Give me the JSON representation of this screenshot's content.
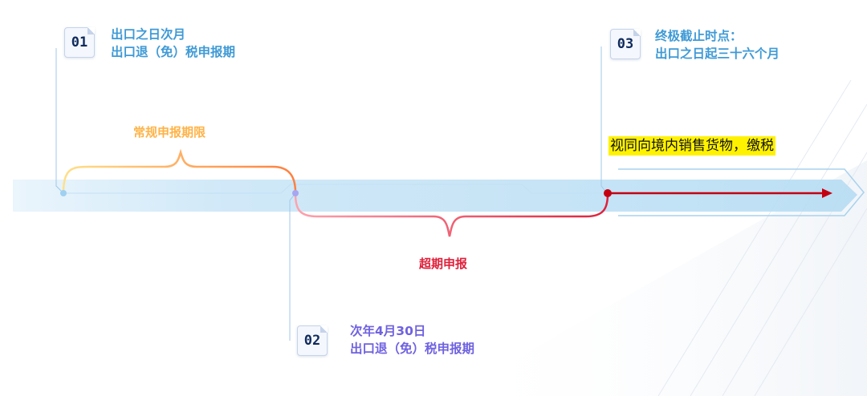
{
  "milestones": [
    {
      "badge": "01",
      "line1": "出口之日次月",
      "line2": "出口退（免）税申报期"
    },
    {
      "badge": "02",
      "line1": "次年4月30日",
      "line2": "出口退（免）税申报期"
    },
    {
      "badge": "03",
      "line1": "终极截止时点：",
      "line2": "出口之日起三十六个月"
    }
  ],
  "periods": {
    "regular": "常规申报期限",
    "overdue": "超期申报"
  },
  "highlight": "视同向境内销售货物，缴税",
  "colors": {
    "blue_text": "#3f9ad6",
    "violet_text": "#6f62e0",
    "regular_start": "#ffd36a",
    "regular_end": "#ff8a3d",
    "overdue_start": "#ff8fa0",
    "overdue_end": "#e0203a",
    "arrow": "#c40010",
    "highlight_bg": "#fff200"
  }
}
